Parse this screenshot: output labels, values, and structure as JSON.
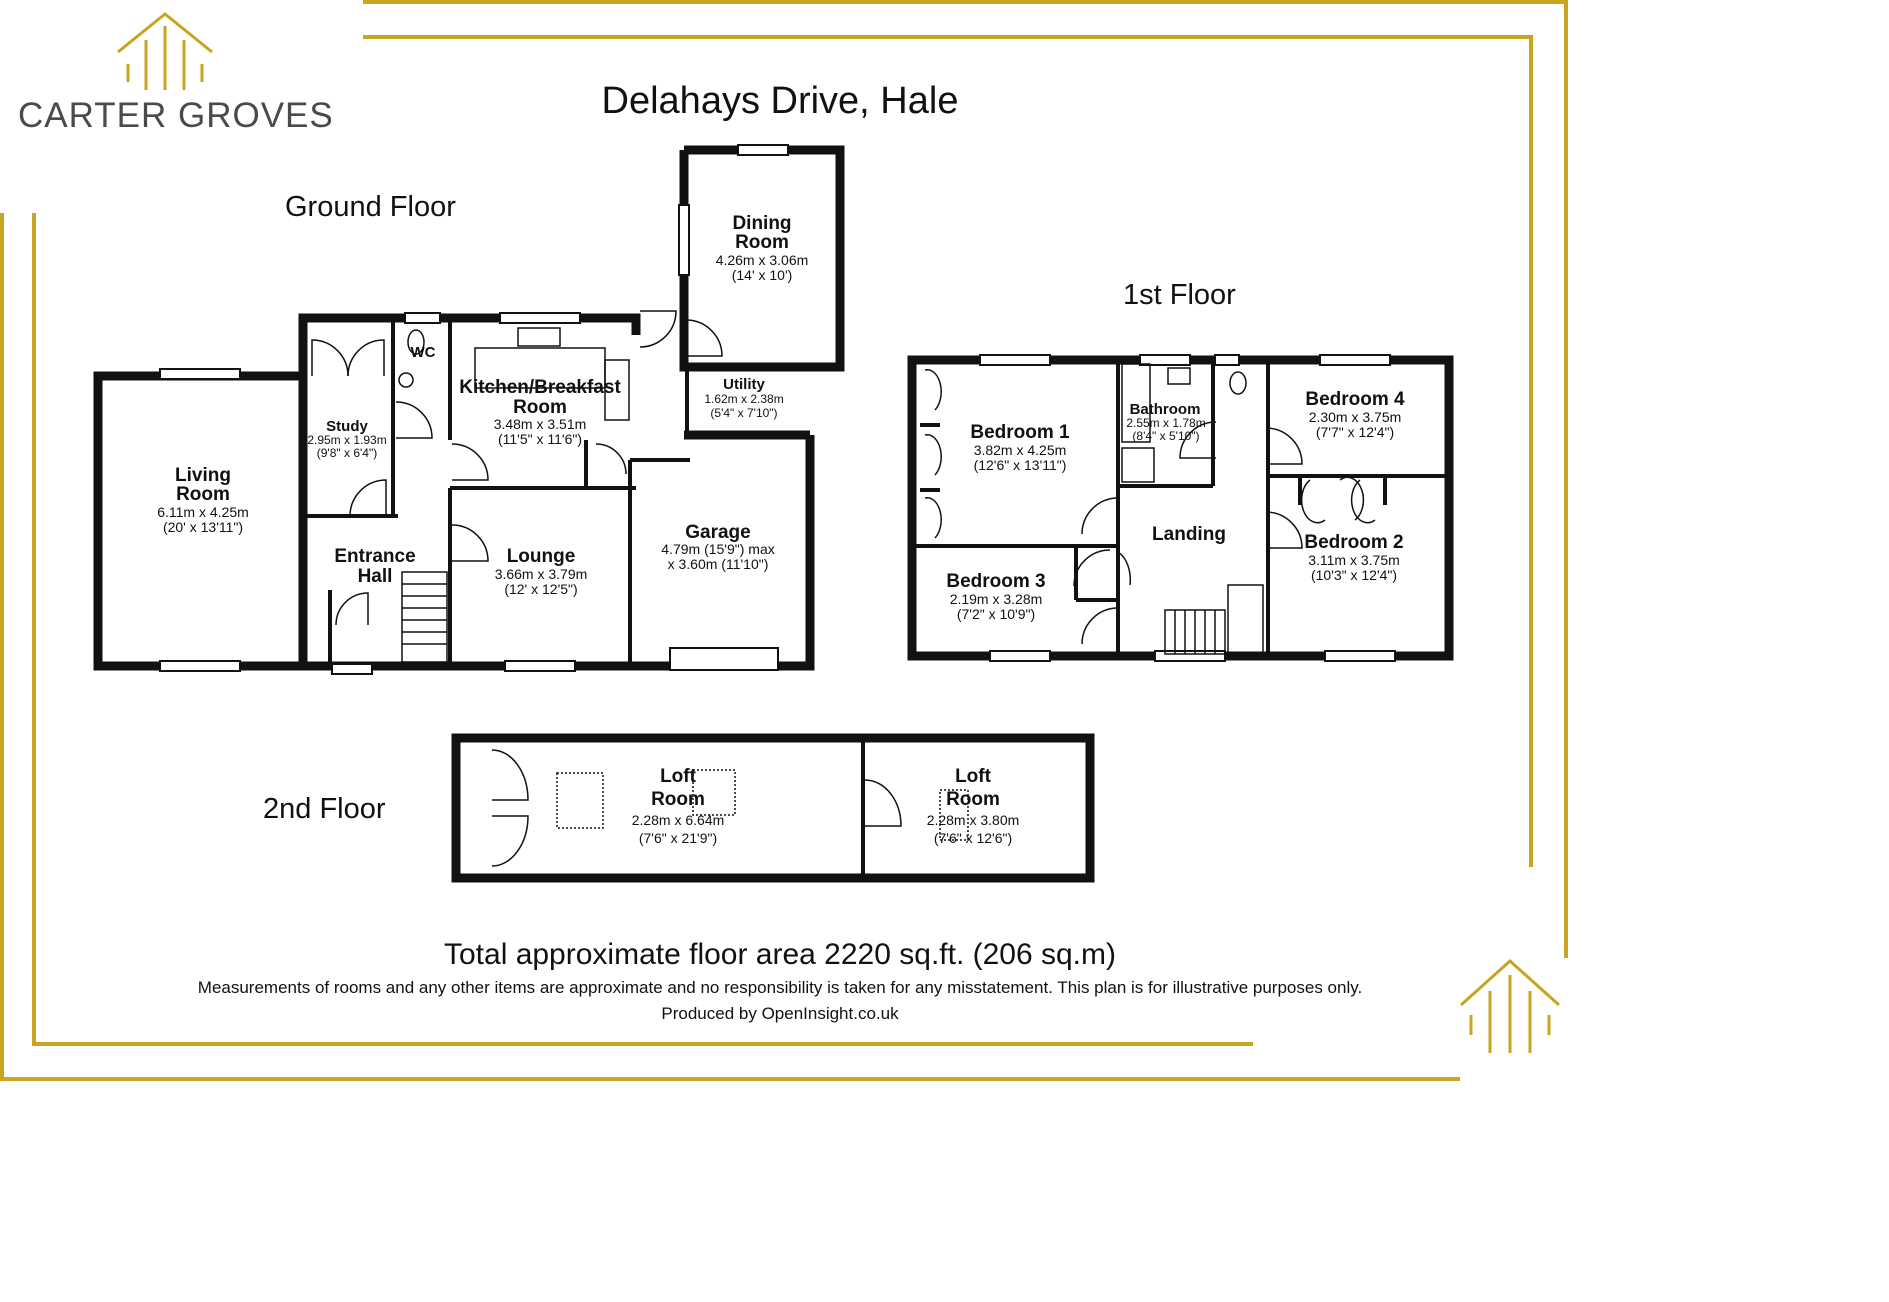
{
  "brand": {
    "name": "CARTER GROVES",
    "accent_color": "#c9a420",
    "logo_icon": "house-roof-logo-icon"
  },
  "title": "Delahays Drive, Hale",
  "floors": {
    "ground": "Ground Floor",
    "first": "1st Floor",
    "second": "2nd  Floor"
  },
  "rooms": {
    "living": {
      "name1": "Living",
      "name2": "Room",
      "dim": "6.11m x 4.25m",
      "imp": "(20' x 13'11\")"
    },
    "study": {
      "name": "Study",
      "dim": "2.95m x 1.93m",
      "imp": "(9'8\" x 6'4\")"
    },
    "wc": {
      "name": "WC"
    },
    "kitchen": {
      "name1": "Kitchen/Breakfast",
      "name2": "Room",
      "dim": "3.48m x 3.51m",
      "imp": "(11'5\" x 11'6\")"
    },
    "dining": {
      "name1": "Dining",
      "name2": "Room",
      "dim": "4.26m x 3.06m",
      "imp": "(14' x 10')"
    },
    "utility": {
      "name": "Utility",
      "dim": "1.62m x 2.38m",
      "imp": "(5'4\" x 7'10\")"
    },
    "entrance": {
      "name1": "Entrance",
      "name2": "Hall"
    },
    "lounge": {
      "name": "Lounge",
      "dim": "3.66m x 3.79m",
      "imp": "(12' x 12'5\")"
    },
    "garage": {
      "name": "Garage",
      "dim": "4.79m (15'9\") max",
      "imp": "x 3.60m (11'10\")"
    },
    "bed1": {
      "name": "Bedroom 1",
      "dim": "3.82m x 4.25m",
      "imp": "(12'6\" x 13'11\")"
    },
    "bathroom": {
      "name": "Bathroom",
      "dim": "2.55m x 1.78m",
      "imp": "(8'4\" x 5'10\")"
    },
    "bed4": {
      "name": "Bedroom 4",
      "dim": "2.30m x 3.75m",
      "imp": "(7'7\" x 12'4\")"
    },
    "landing": {
      "name": "Landing"
    },
    "bed2": {
      "name": "Bedroom 2",
      "dim": "3.11m x 3.75m",
      "imp": "(10'3\" x 12'4\")"
    },
    "bed3": {
      "name": "Bedroom 3",
      "dim": "2.19m x 3.28m",
      "imp": "(7'2\" x 10'9\")"
    },
    "loft1": {
      "name1": "Loft",
      "name2": "Room",
      "dim": "2.28m x 6.64m",
      "imp": "(7'6\" x 21'9\")"
    },
    "loft2": {
      "name1": "Loft",
      "name2": "Room",
      "dim": "2.28m x 3.80m",
      "imp": "(7'6\" x 12'6\")"
    }
  },
  "footer": {
    "total": "Total approximate floor area 2220 sq.ft. (206 sq.m)",
    "disclaimer": "Measurements of rooms and any other items are approximate and no responsibility is taken for any misstatement. This plan is for illustrative purposes only.",
    "produced": "Produced by OpenInsight.co.uk"
  }
}
